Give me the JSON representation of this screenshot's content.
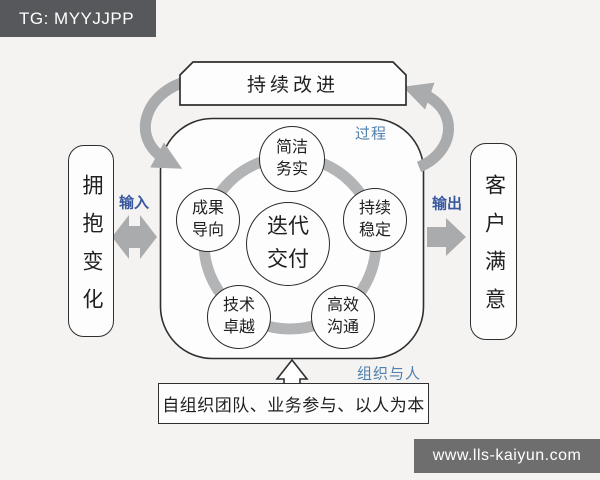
{
  "watermarks": {
    "top_left": "TG: MYYJJPP",
    "bottom_right": "www.lls-kaiyun.com"
  },
  "diagram": {
    "top_box": {
      "label": "持续改进"
    },
    "left_box": {
      "label": "拥抱变化"
    },
    "right_box": {
      "label": "客户满意"
    },
    "bottom_box": {
      "label": "自组织团队、业务参与、以人为本"
    },
    "labels": {
      "input": "输入",
      "output": "输出",
      "process": "过程",
      "org_people": "组织与人"
    },
    "center_circle": {
      "line1": "迭代",
      "line2": "交付"
    },
    "outer_circles": [
      {
        "id": "top",
        "line1": "简洁",
        "line2": "务实"
      },
      {
        "id": "left",
        "line1": "成果",
        "line2": "导向"
      },
      {
        "id": "right",
        "line1": "持续",
        "line2": "稳定"
      },
      {
        "id": "bottom-left",
        "line1": "技术",
        "line2": "卓越"
      },
      {
        "id": "bottom-right",
        "line1": "高效",
        "line2": "沟通"
      }
    ],
    "icons": {
      "cycle_arrow_left": "curved-arrow-down",
      "cycle_arrow_right": "curved-arrow-up",
      "input_arrow": "double-headed-horizontal-arrow",
      "output_arrow": "right-arrow",
      "bottom_arrow": "up-arrow-outline"
    },
    "colors": {
      "label_blue": "#39589f",
      "section_blue": "#4f7fae",
      "arrow_gray": "#a9abad",
      "ring_gray": "#b2b4b6",
      "line_dark": "#2f2f2f",
      "badge_dark": "#57585b",
      "badge_light": "#6e6e6e",
      "background": "#f4f3f1"
    }
  }
}
